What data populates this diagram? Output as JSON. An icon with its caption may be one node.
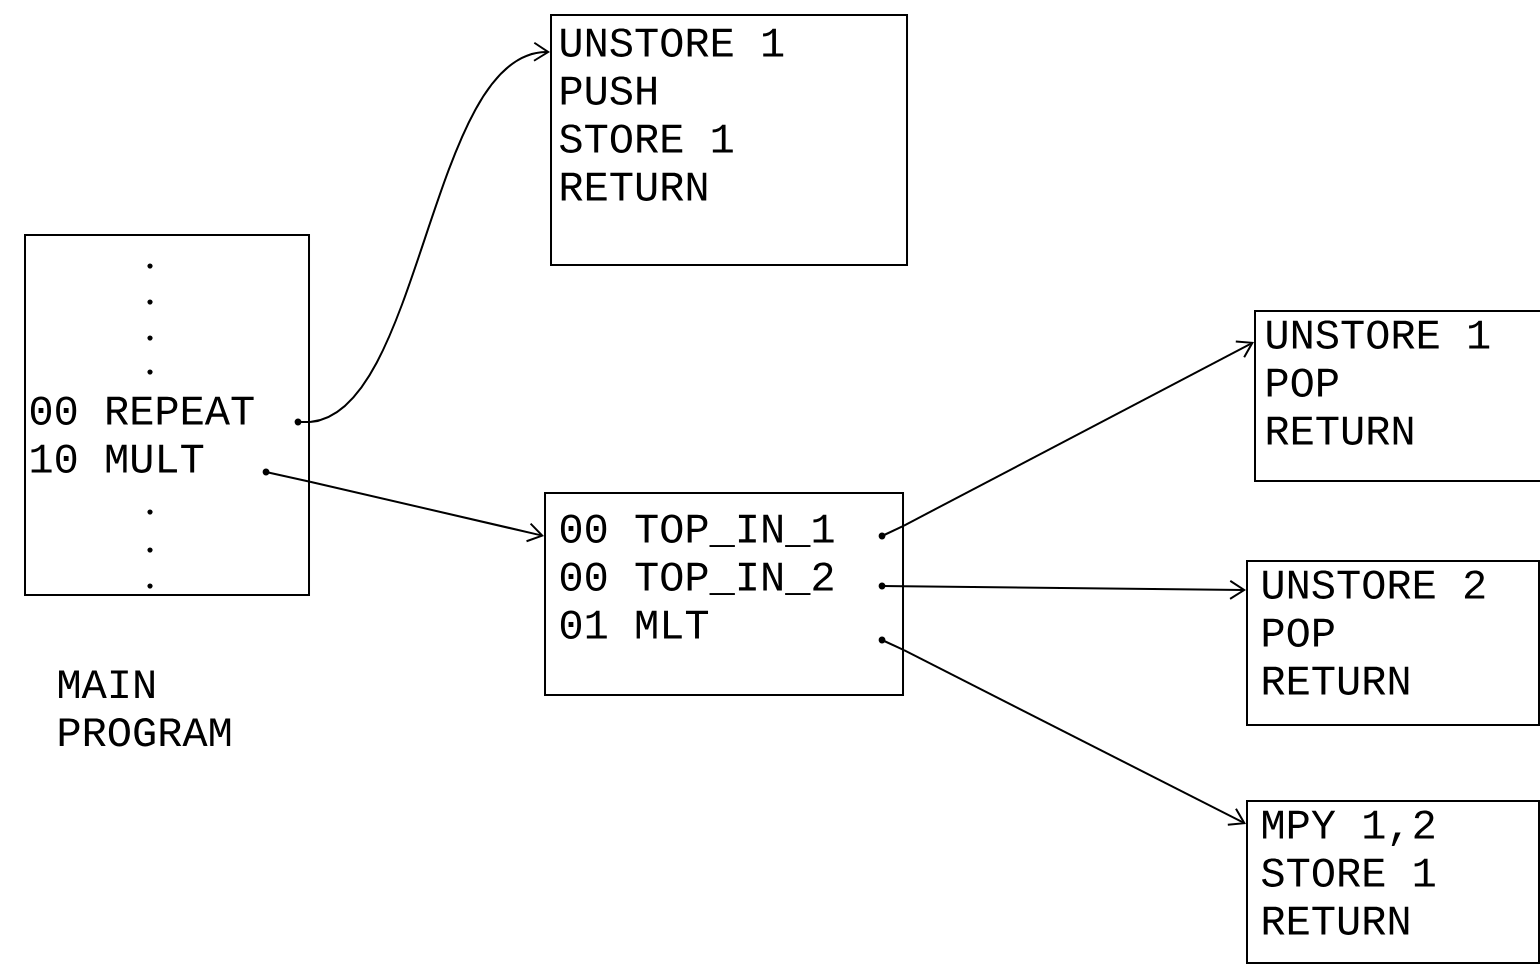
{
  "diagram": {
    "nodes": [
      {
        "text": [
          "00 REPEAT",
          "10 MULT"
        ],
        "beside": [
          "MAIN PROGRAM"
        ]
      },
      {
        "text": [
          "UNSTORE 1",
          "PUSH",
          "STORE 1",
          "RETURN"
        ]
      },
      {
        "text": [
          "00 TOP_IN_1",
          "00 TOP_IN_2",
          "01 MLT"
        ]
      },
      {
        "text": [
          "UNSTORE 1",
          "POP",
          "RETURN"
        ]
      },
      {
        "text": [
          "UNSTORE 2",
          "POP",
          "RETURN"
        ]
      },
      {
        "text": [
          "MPY 1,2",
          "STORE 1",
          "RETURN"
        ]
      }
    ],
    "edges": [
      {
        "from": 0,
        "to": 1,
        "arrow": "to"
      },
      {
        "from": 0,
        "to": 2,
        "arrow": "to"
      },
      {
        "from": 2,
        "to": 3,
        "arrow": "to"
      },
      {
        "from": 2,
        "to": 4,
        "arrow": "to"
      },
      {
        "from": 2,
        "to": 5,
        "arrow": "to"
      }
    ]
  }
}
